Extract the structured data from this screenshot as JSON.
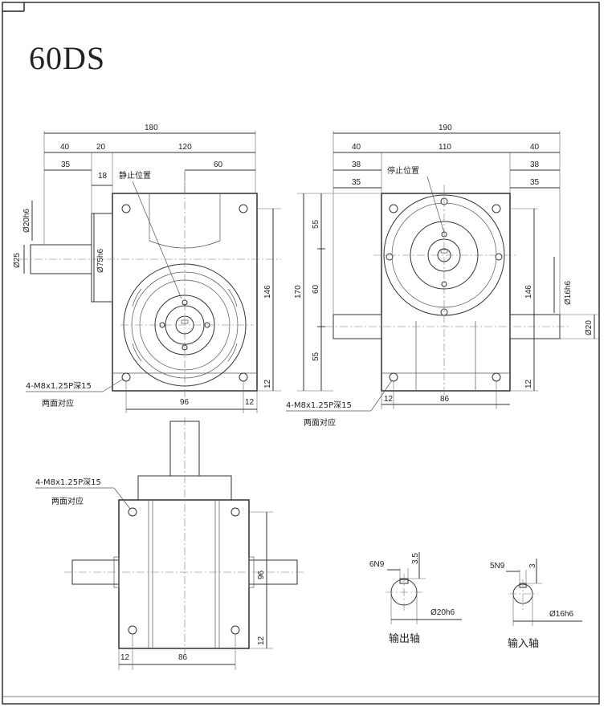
{
  "title": "60DS",
  "front_view": {
    "dims": {
      "overall_width": "180",
      "input_ext": "40",
      "gap": "20",
      "body_width": "120",
      "shaft_len": "35",
      "boss": "18",
      "to_center": "60",
      "height": "146",
      "bottom_offset": "12",
      "hole_spacing": "96",
      "hole_offset": "12",
      "input_shaft_dia": "Ø20h6",
      "boss_dia": "Ø75h6",
      "shaft_dia": "Ø25"
    },
    "stop_label": "静止位置",
    "thread_note": "4-M8x1.25P深15",
    "both_sides": "两面对应"
  },
  "side_view": {
    "dims": {
      "overall_width": "190",
      "left_ext": "40",
      "body_width": "110",
      "right_ext": "40",
      "left_38": "38",
      "right_38": "38",
      "left_35": "35",
      "right_35": "35",
      "upper": "55",
      "middle": "60",
      "lower": "55",
      "total_height": "170",
      "height": "146",
      "bottom_offset": "12",
      "hole_spacing": "86",
      "hole_offset": "12",
      "shaft_dia_small": "Ø16h6",
      "shaft_dia": "Ø20"
    },
    "stop_label": "停止位置",
    "thread_note": "4-M8x1.25P深15",
    "both_sides": "两面对应"
  },
  "bottom_view": {
    "dims": {
      "hole_spacing_v": "96",
      "bottom_offset": "12",
      "hole_offset": "12",
      "hole_spacing_h": "86"
    },
    "thread_note": "4-M8x1.25P深15",
    "both_sides": "两面对应"
  },
  "output_shaft": {
    "key": "6N9",
    "depth": "3.5",
    "dia": "Ø20h6",
    "label": "输出轴"
  },
  "input_shaft": {
    "key": "5N9",
    "depth": "3",
    "dia": "Ø16h6",
    "label": "输入轴"
  }
}
